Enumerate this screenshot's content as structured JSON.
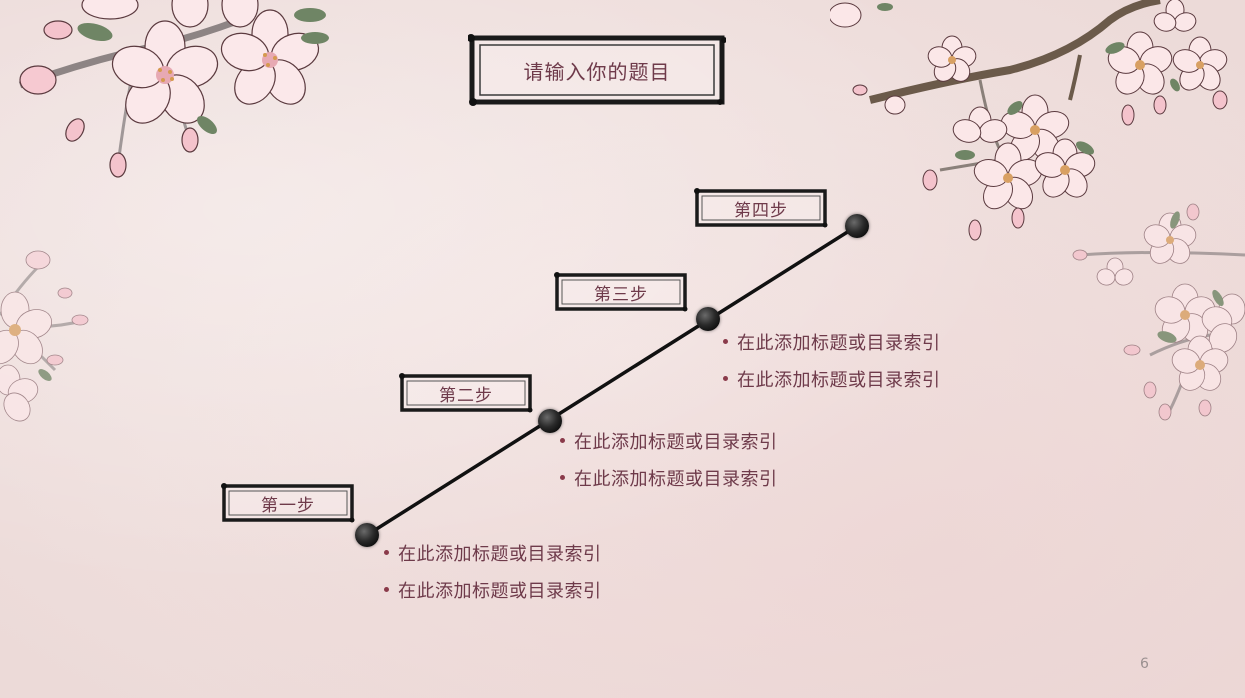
{
  "slide": {
    "title": "请输入你的题目",
    "page_number": "6"
  },
  "steps": [
    {
      "label": "第一步",
      "bullets": [
        "在此添加标题或目录索引",
        "在此添加标题或目录索引"
      ]
    },
    {
      "label": "第二步",
      "bullets": [
        "在此添加标题或目录索引",
        "在此添加标题或目录索引"
      ]
    },
    {
      "label": "第三步",
      "bullets": [
        "在此添加标题或目录索引",
        "在此添加标题或目录索引"
      ]
    },
    {
      "label": "第四步"
    }
  ],
  "decorations": {
    "icons": [
      "cherry-blossom-top-left",
      "cherry-blossom-top-right",
      "cherry-blossom-left",
      "cherry-blossom-right"
    ]
  },
  "colors": {
    "background": "#f1e3e1",
    "text": "#6e3a4a",
    "bullet": "#8a3a4a",
    "ink": "#111111"
  }
}
